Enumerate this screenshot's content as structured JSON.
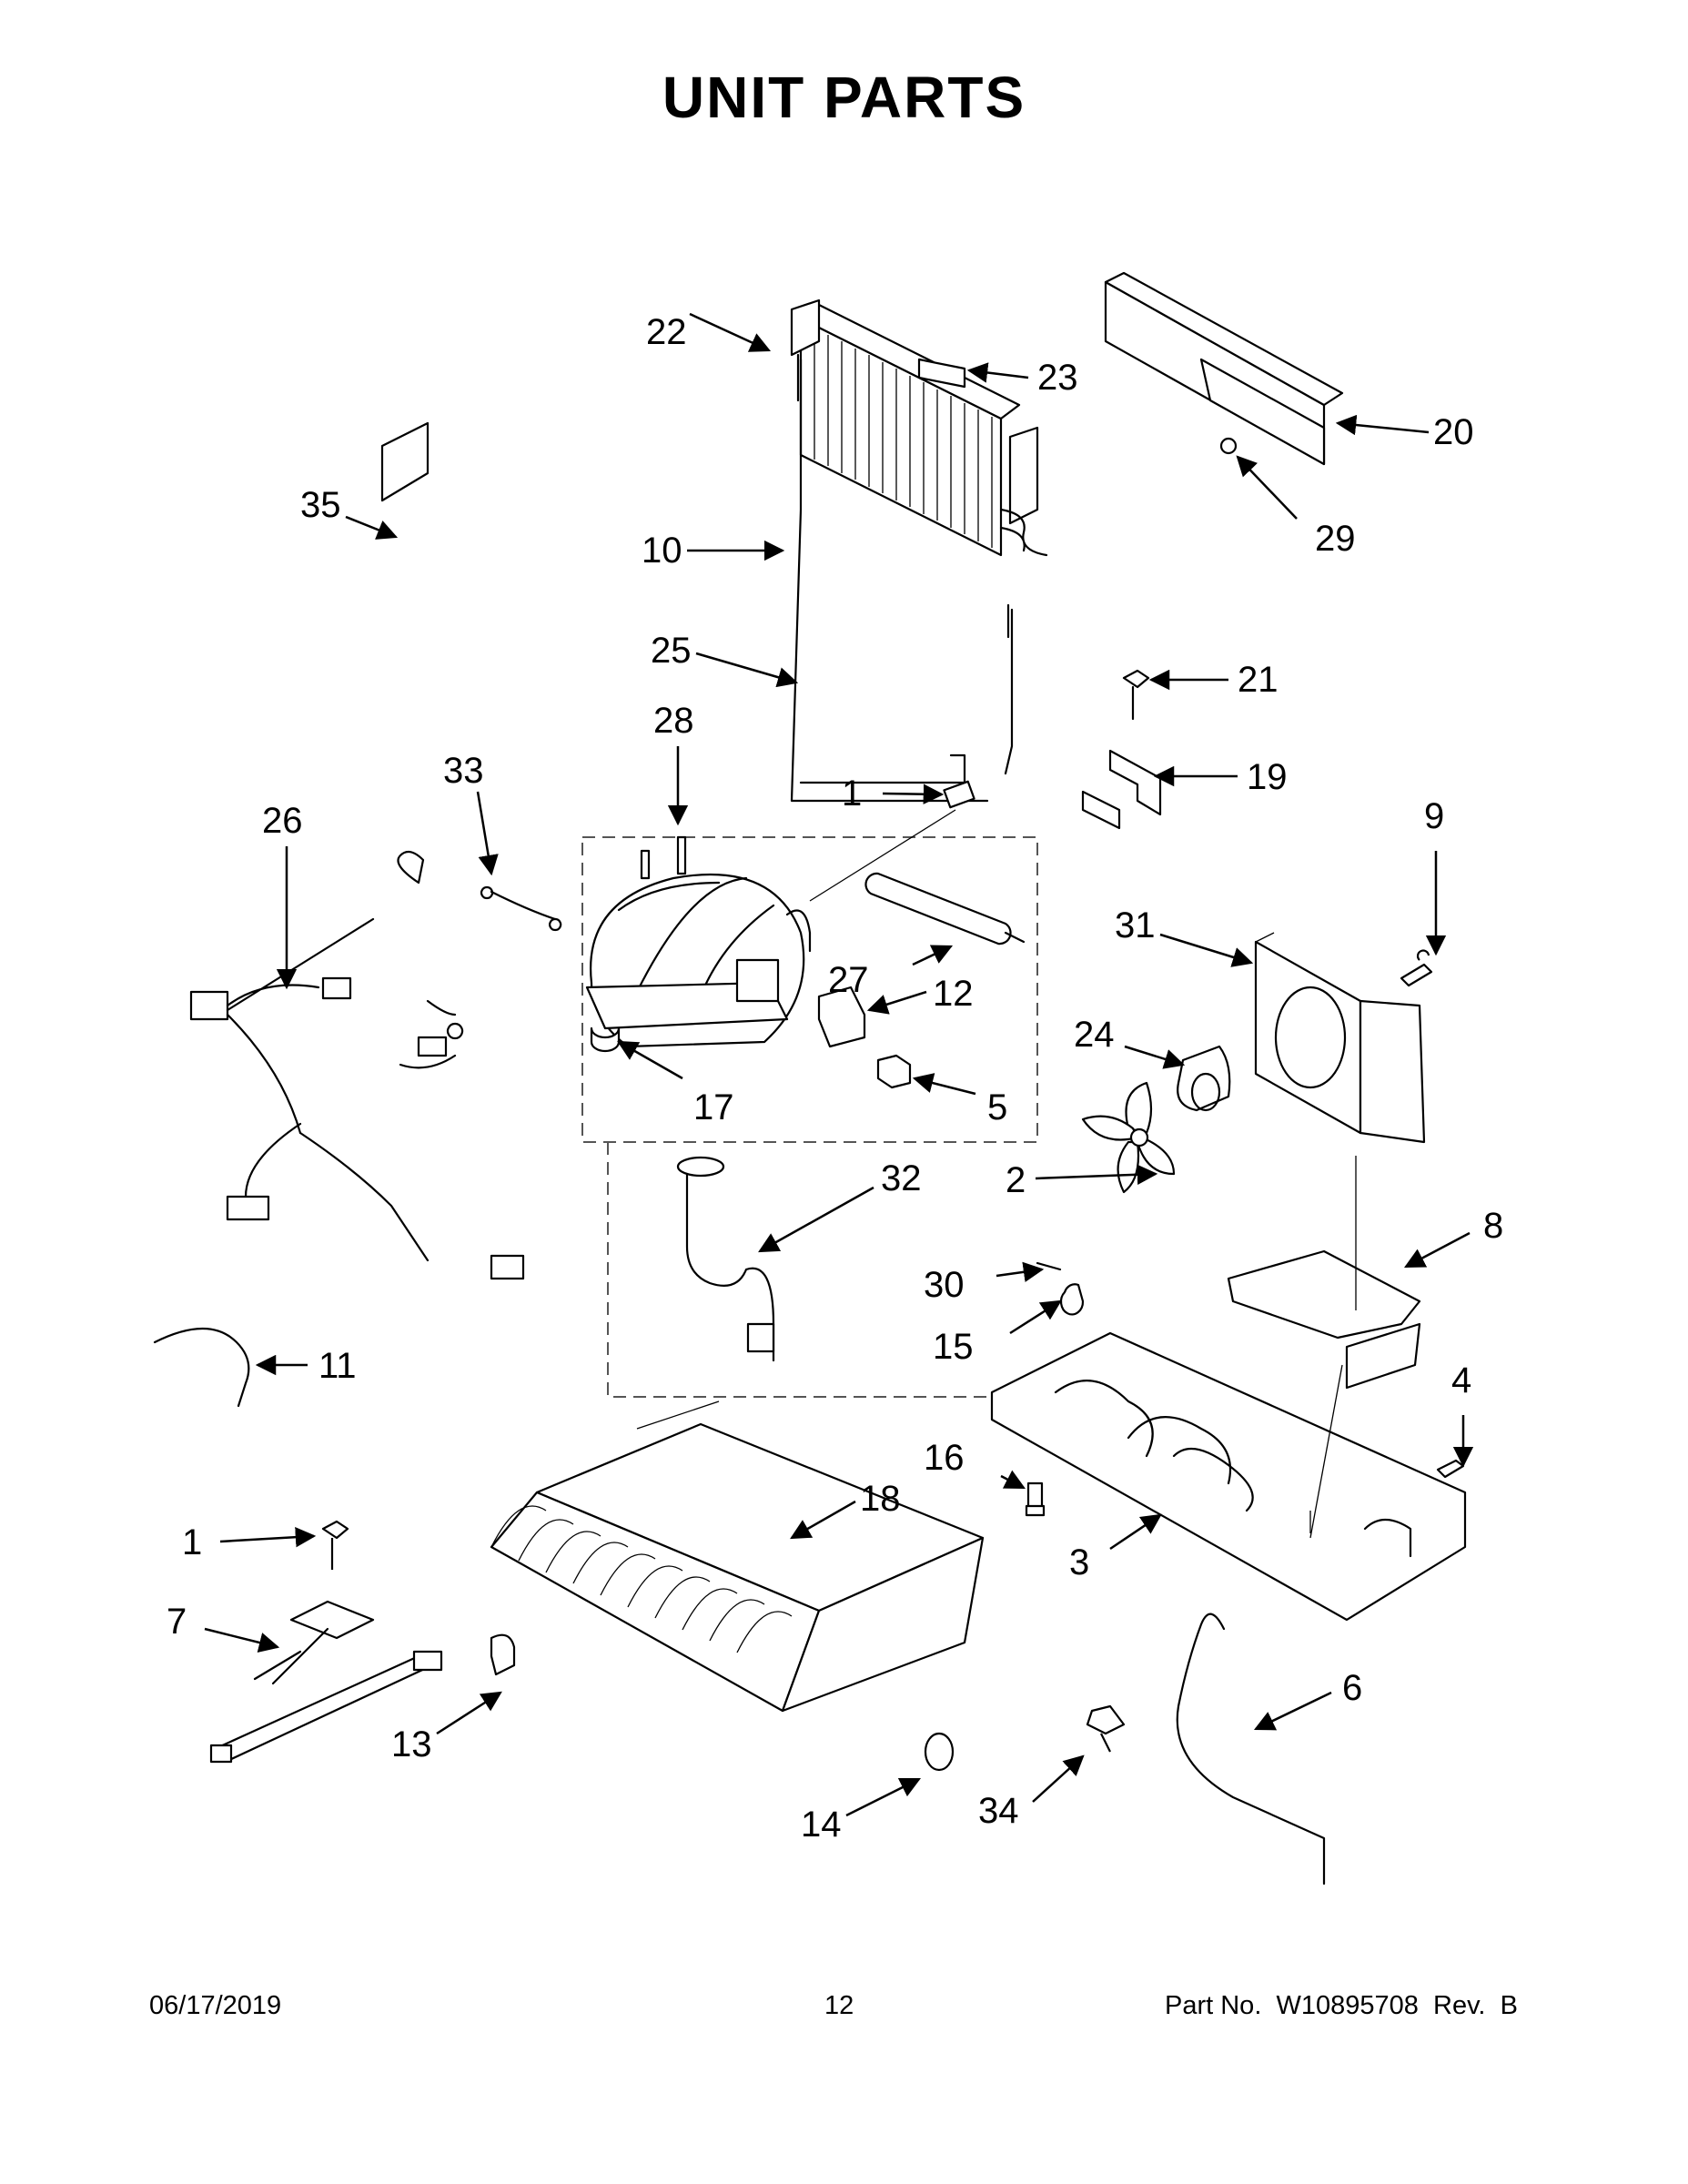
{
  "title": "UNIT  PARTS",
  "callouts": {
    "c1a": "1",
    "c1b": "1",
    "c2": "2",
    "c3": "3",
    "c4": "4",
    "c5": "5",
    "c6": "6",
    "c7": "7",
    "c8": "8",
    "c9": "9",
    "c10": "10",
    "c11": "11",
    "c12": "12",
    "c13": "13",
    "c14": "14",
    "c15": "15",
    "c16": "16",
    "c17": "17",
    "c18": "18",
    "c19": "19",
    "c20": "20",
    "c21": "21",
    "c22": "22",
    "c23": "23",
    "c24": "24",
    "c25": "25",
    "c26": "26",
    "c27": "27",
    "c28": "28",
    "c29": "29",
    "c30": "30",
    "c31": "31",
    "c32": "32",
    "c33": "33",
    "c34": "34",
    "c35": "35"
  },
  "footer": {
    "date": "06/17/2019",
    "page": "12",
    "part_no": "Part No.  W10895708  Rev.  B"
  }
}
